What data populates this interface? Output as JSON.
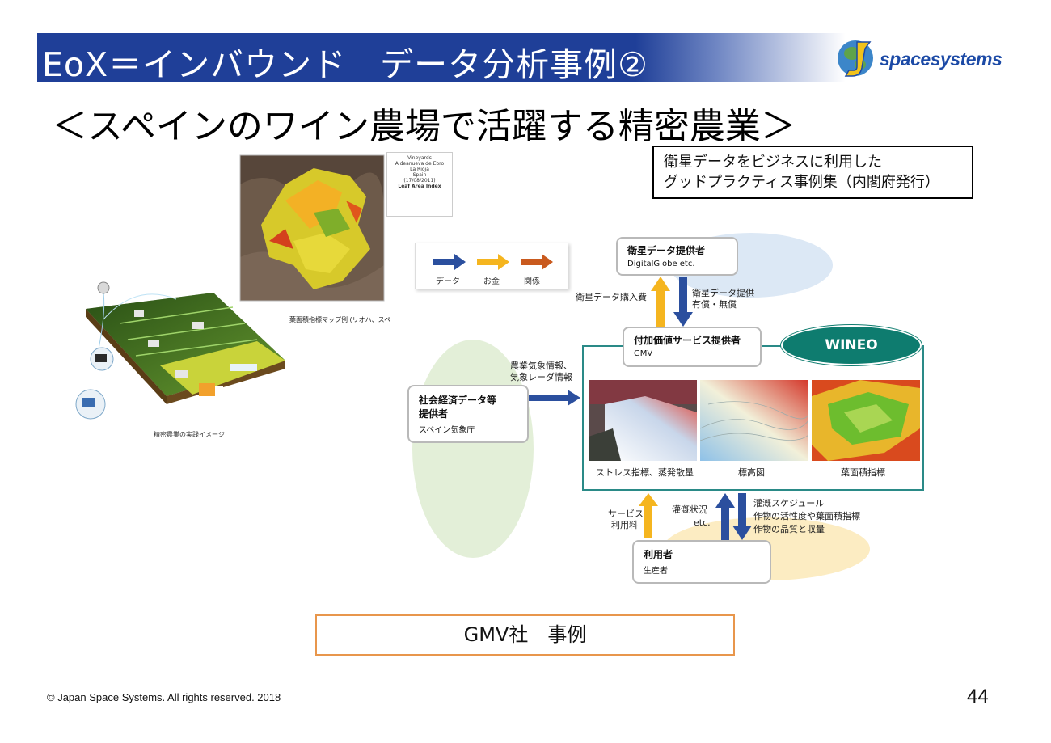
{
  "header": {
    "title": "EoX＝インバウンド　データ分析事例②",
    "logo_text": "spacesystems"
  },
  "subtitle": "＜スペインのワイン農場で活躍する精密農業＞",
  "source_box": {
    "line1": "衛星データをビジネスに利用した",
    "line2": "グッドプラクティス事例集（内閣府発行）"
  },
  "left_images": {
    "farm_caption": "精密農業の実践イメージ",
    "map_caption": "葉面積指標マップ例 (リオハ、スペ",
    "map_label": [
      "Vineyards",
      "Aldeanueva de Ebro",
      "La Rioja",
      "Spain",
      "(17/08/2011)"
    ],
    "map_label_title": "Leaf Area Index"
  },
  "legend": {
    "items": [
      {
        "label": "データ",
        "color": "#2b4f9e"
      },
      {
        "label": "お金",
        "color": "#f5b51f"
      },
      {
        "label": "関係",
        "color": "#c95a1e"
      }
    ]
  },
  "diagram": {
    "provider": {
      "title": "衛星データ提供者",
      "sub": "DigitalGlobe etc."
    },
    "purchase_label": "衛星データ購入費",
    "supply_label_1": "衛星データ提供",
    "supply_label_2": "有償・無償",
    "value_added": {
      "title": "付加価値サービス提供者",
      "sub": "GMV"
    },
    "wineo": "WINEO",
    "weather_label_1": "農業気象情報、",
    "weather_label_2": "気象レーダ情報",
    "socio": {
      "title1": "社会経済データ等",
      "title2": "提供者",
      "sub": "スペイン気象庁"
    },
    "thumbs": [
      {
        "caption": "ストレス指標、蒸発散量"
      },
      {
        "caption": "標高図"
      },
      {
        "caption": "葉面積指標"
      }
    ],
    "fee_label_1": "サービス",
    "fee_label_2": "利用料",
    "irrigation_label_1": "灌漑状況",
    "irrigation_label_2": "etc.",
    "schedule_label_1": "灌漑スケジュール",
    "schedule_label_2": "作物の活性度や葉面積指標",
    "schedule_label_3": "作物の品質と収量",
    "user": {
      "title": "利用者",
      "sub": "生産者"
    }
  },
  "case_box": "GMV社　事例",
  "footer": {
    "copyright": "© Japan Space Systems. All rights reserved. 2018",
    "page": "44"
  }
}
